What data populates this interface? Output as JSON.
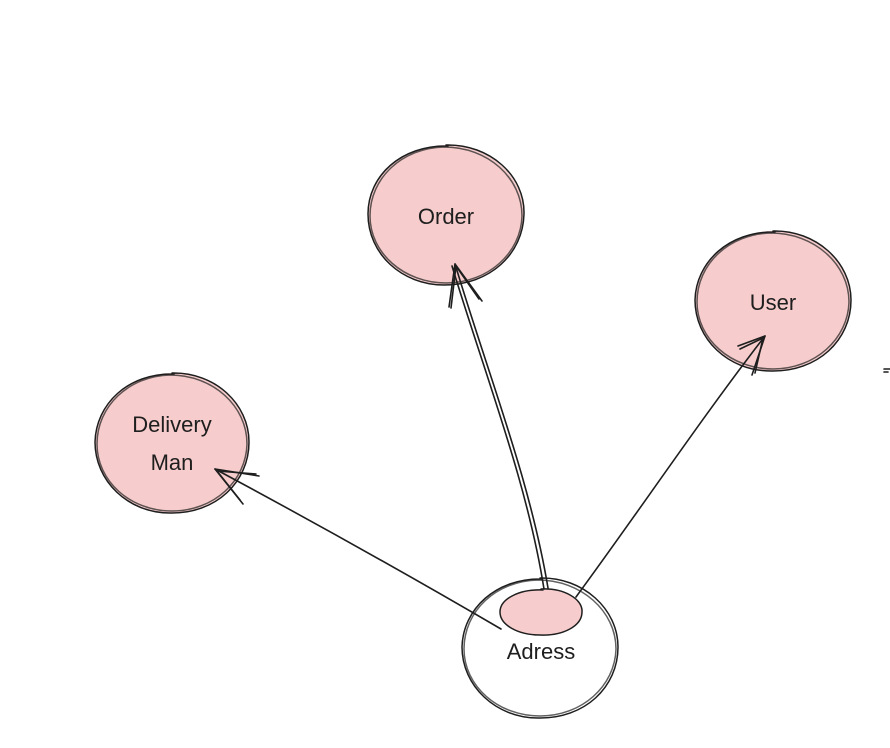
{
  "nodes": {
    "order": {
      "label": "Order"
    },
    "user": {
      "label": "User"
    },
    "delivery_man": {
      "label_line1": "Delivery",
      "label_line2": "Man"
    },
    "address": {
      "label": "Adress"
    }
  },
  "edges": [
    {
      "from": "Adress",
      "to": "Order"
    },
    {
      "from": "Adress",
      "to": "User"
    },
    {
      "from": "Adress",
      "to": "Delivery Man"
    }
  ],
  "colors": {
    "node_fill": "#f6cccc",
    "stroke": "#1e1e1e",
    "background": "#ffffff"
  }
}
